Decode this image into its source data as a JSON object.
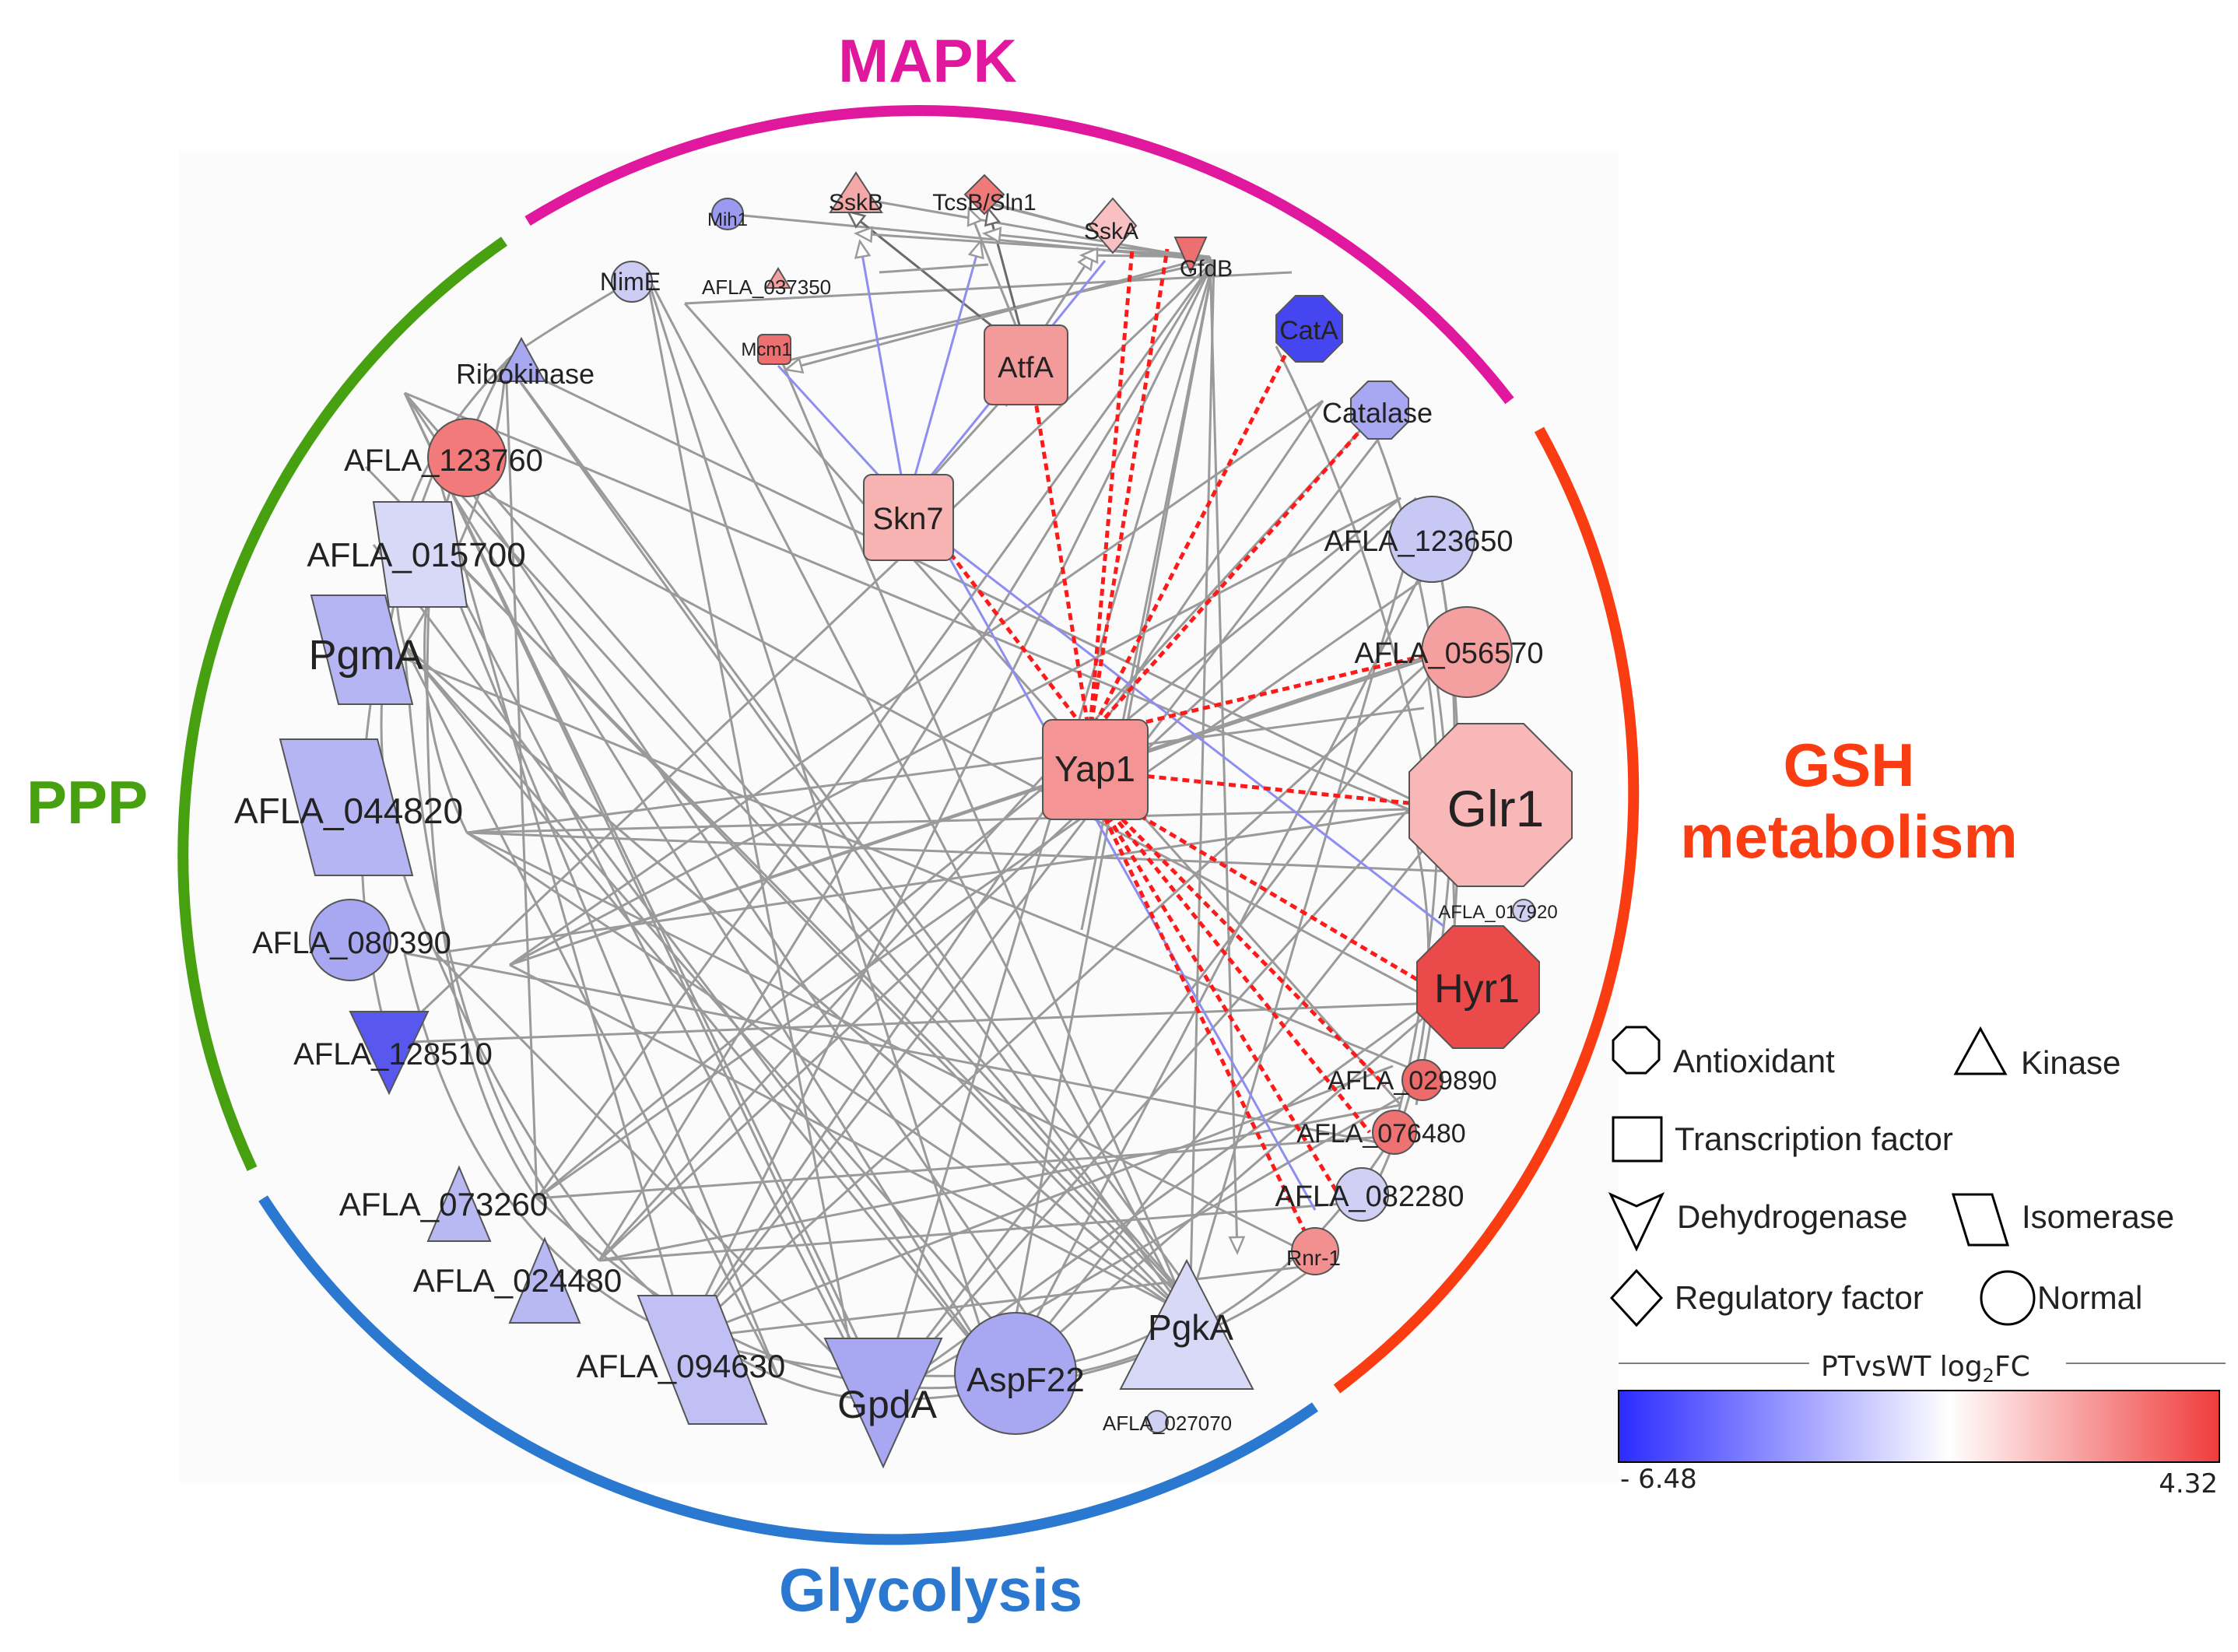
{
  "pathway_labels": {
    "mapk": "MAPK",
    "ppp": "PPP",
    "gsh_line1": "GSH",
    "gsh_line2": "metabolism",
    "glycolysis": "Glycolysis"
  },
  "pathway_colors": {
    "mapk": "#e0189e",
    "ppp": "#46a00f",
    "gsh": "#fa3c12",
    "glycolysis": "#2a78d0"
  },
  "nodes": {
    "mih1": "Mih1",
    "nime": "NimE",
    "afla_037350": "AFLA_037350",
    "mcm1": "Mcm1",
    "sskb": "SskB",
    "tcsb_sln1": "TcsB/Sln1",
    "sska": "SskA",
    "gfdb": "GfdB",
    "atfa": "AtfA",
    "skn7": "Skn7",
    "yap1": "Yap1",
    "cata": "CatA",
    "catalase": "Catalase",
    "afla_123650": "AFLA_123650",
    "afla_056570": "AFLA_056570",
    "glr1": "Glr1",
    "afla_017920": "AFLA_017920",
    "hyr1": "Hyr1",
    "afla_029890": "AFLA_029890",
    "afla_076480": "AFLA_076480",
    "afla_082280": "AFLA_082280",
    "rnr1": "Rnr-1",
    "ribokinase": "Ribokinase",
    "afla_123760": "AFLA_123760",
    "afla_015700": "AFLA_015700",
    "pgma": "PgmA",
    "afla_044820": "AFLA_044820",
    "afla_080390": "AFLA_080390",
    "afla_128510": "AFLA_128510",
    "afla_073260": "AFLA_073260",
    "afla_024480": "AFLA_024480",
    "afla_094630": "AFLA_094630",
    "gpda": "GpdA",
    "aspf22": "AspF22",
    "pgka": "PgkA",
    "afla_027070": "AFLA_027070"
  },
  "legend": {
    "antioxidant": "Antioxidant",
    "kinase": "Kinase",
    "transcription_factor": "Transcription factor",
    "dehydrogenase": "Dehydrogenase",
    "isomerase": "Isomerase",
    "regulatory_factor": "Regulatory factor",
    "normal": "Normal",
    "scale_title_main": "PTvsWT log",
    "scale_title_sub": "2",
    "scale_title_end": "FC",
    "scale_min": "- 6.48",
    "scale_max": "4.32"
  },
  "colors": {
    "scale_low": "#2b2bff",
    "scale_mid": "#ffffff",
    "scale_high": "#f03c3c",
    "edge_gray": "#9a9a9a",
    "edge_blue": "#8e8ef0",
    "edge_red": "#ff1a1a"
  }
}
